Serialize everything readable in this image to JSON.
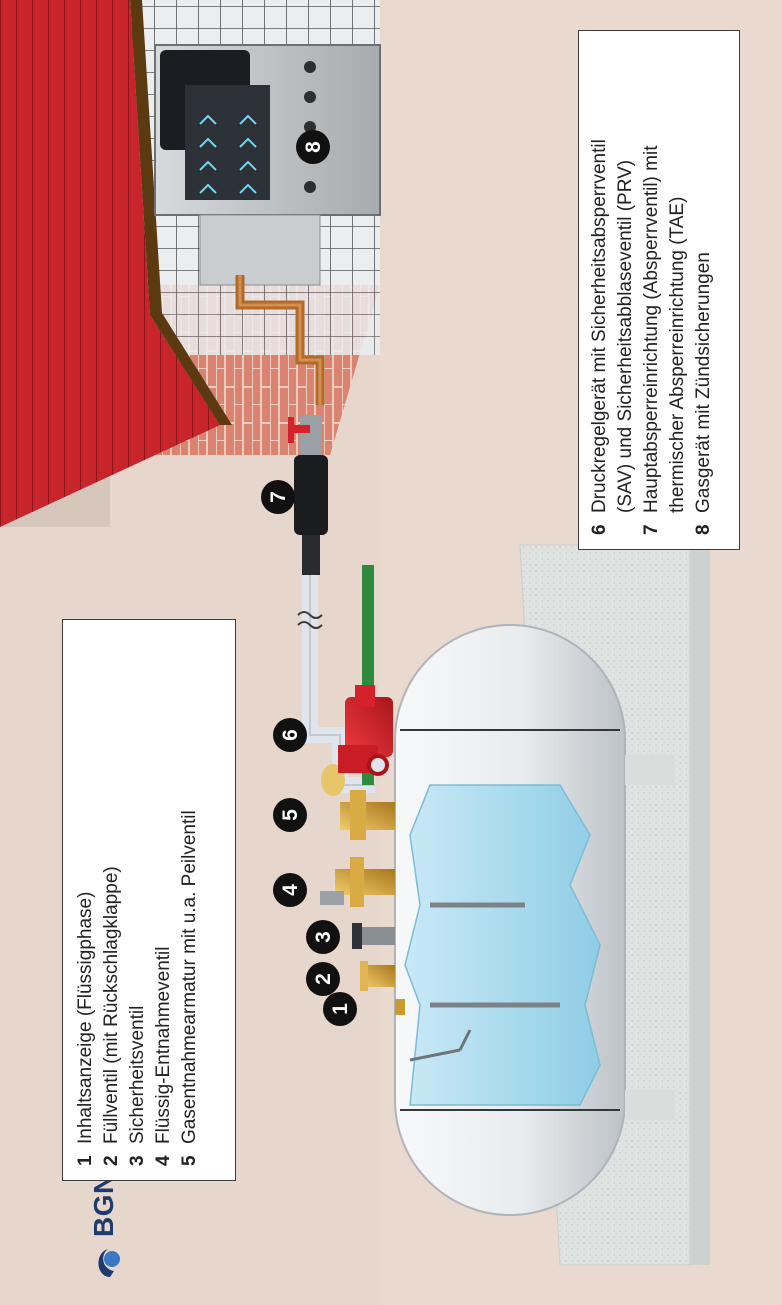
{
  "legend_left": {
    "items": [
      {
        "num": "1",
        "text": "Inhaltsanzeige (Flüssigphase)"
      },
      {
        "num": "2",
        "text": "Füllventil (mit Rückschlagklappe)"
      },
      {
        "num": "3",
        "text": "Sicherheitsventil"
      },
      {
        "num": "4",
        "text": "Flüssig-Entnahmeventil"
      },
      {
        "num": "5",
        "text": "Gasentnahmearmatur mit u.a. Peilventil"
      }
    ]
  },
  "legend_right": {
    "items": [
      {
        "num": "6",
        "lines": [
          "Druckregelgerät mit Sicherheitsabsperrventil",
          "(SAV) und Sicherheitsabblaseventil (PRV)"
        ]
      },
      {
        "num": "7",
        "lines": [
          "Hauptabsperreinrichtung (Absperrventil) mit",
          "thermischer Absperreinrichtung (TAE)"
        ]
      },
      {
        "num": "8",
        "lines": [
          "Gasgerät mit Zündsicherungen"
        ]
      }
    ]
  },
  "markers": [
    "1",
    "2",
    "3",
    "4",
    "5",
    "6",
    "7",
    "8"
  ],
  "logo": {
    "text": "BGN"
  },
  "colors": {
    "background": "#ead9cf",
    "tank": "#eef0f2",
    "liquid": "#a9d9ee",
    "pipe": "#dfe5ea",
    "valve_red": "#d5212b",
    "brass": "#c8992c",
    "roof": "#c4222a",
    "brick": "#d9826e",
    "logo_blue": "#1f3a6e"
  }
}
